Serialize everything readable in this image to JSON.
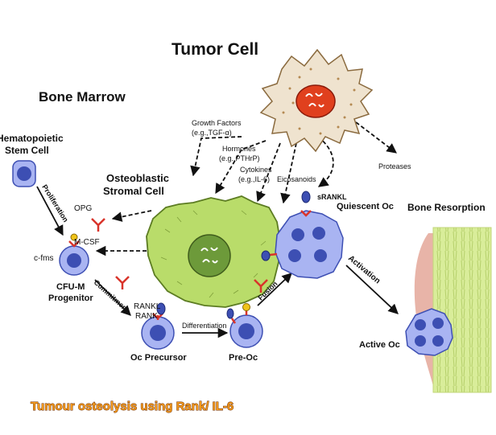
{
  "labels": {
    "tumor_cell": "Tumor Cell",
    "bone_marrow": "Bone Marrow",
    "hsc_line1": "Hematopoietic",
    "hsc_line2": "Stem Cell",
    "growth_factors_line1": "Growth Factors",
    "growth_factors_line2": "(e.g.,TGF-α)",
    "hormones_line1": "Hormones",
    "hormones_line2": "(e.g.,PTHrP)",
    "cytokines_line1": "Cytokines",
    "cytokines_line2": "(e.g.,IL-6)",
    "eicosanoids": "Eicosanoids",
    "proteases": "Proteases",
    "osteoblastic_line1": "Osteoblastic",
    "osteoblastic_line2": "Stromal Cell",
    "srankl": "sRANKL",
    "bone_resorption": "Bone Resorption",
    "quiescent_oc": "Quiescent Oc",
    "opg": "OPG",
    "proliferation": "Proliferation",
    "m_csf": "M-CSF",
    "c_fms": "c-fms",
    "cfu_m_line1": "CFU-M",
    "cfu_m_line2": "Progenitor",
    "commitment": "Commitment",
    "rankl": "RANKL",
    "rank": "RANK",
    "differentiation": "Differentiation",
    "fusion": "Fusion",
    "activation": "Activation",
    "oc_precursor": "Oc Precursor",
    "pre_oc": "Pre-Oc",
    "active_oc": "Active Oc"
  },
  "caption": "Tumour osteolysis using Rank/ IL-6",
  "colors": {
    "tumor_body": "#efe3cf",
    "tumor_nucleus": "#e0401e",
    "stromal_body": "#b9dc6a",
    "stromal_nucleus": "#6d9a3a",
    "osteoclast": "#a9b4f2",
    "osteoclast_nucleus": "#3d4fb3",
    "bone": "#d9ed9a",
    "receptor_red": "#d9342b",
    "ligand_yellow": "#f0c419",
    "caption_fill": "#f39a1e",
    "caption_stroke": "#6b2a00"
  }
}
